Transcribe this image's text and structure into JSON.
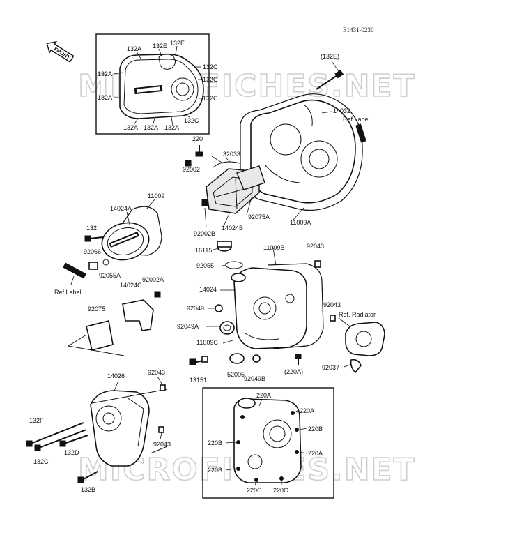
{
  "doc": {
    "ref_code": "E1431-0230",
    "watermark": "MICROFICHES.NET",
    "front_label": "FRONT"
  },
  "labels": {
    "top_box": [
      "132A",
      "132E",
      "132E",
      "132A",
      "132C",
      "132C",
      "132A",
      "132C",
      "132C",
      "132A",
      "132A",
      "132A"
    ],
    "main": [
      "(132E)",
      "14032",
      "Ref.Label",
      "220",
      "32033",
      "92002",
      "11009",
      "14024A",
      "92075A",
      "11009A",
      "132",
      "14024B",
      "92002B",
      "92066",
      "16115",
      "11009B",
      "92043",
      "92055A",
      "92055",
      "Ref.Label",
      "14024C",
      "92002A",
      "14024",
      "92075",
      "92049",
      "92043",
      "Ref. Radiator",
      "92049A",
      "11009C",
      "52005",
      "92049B",
      "13151",
      "(220A)",
      "92037",
      "14026",
      "92043",
      "132F",
      "132C",
      "132D",
      "92043",
      "132B"
    ],
    "bottom_box": [
      "220A",
      "220A",
      "220B",
      "220B",
      "220A",
      "220B",
      "220C",
      "220C"
    ]
  }
}
